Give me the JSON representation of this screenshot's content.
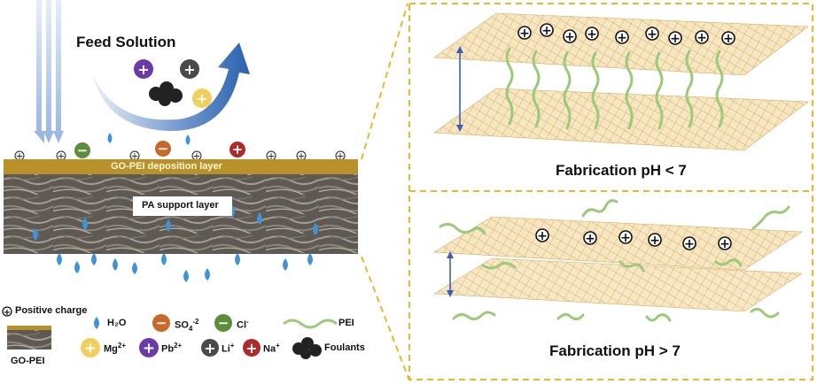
{
  "left_panel": {
    "feed_label": "Feed Solution",
    "deposition_layer_label": "GO-PEI deposition layer",
    "support_layer_label": "PA support layer",
    "colors": {
      "deposition_layer": "#b8912a",
      "support_layer": "#6f6a63",
      "water": "#3f93d6",
      "feed_arrow": "#2f6db3",
      "incoming_flow": "#a9c2e6"
    }
  },
  "legend": {
    "positive_charge": "Positive charge",
    "h2o": "H₂O",
    "so4_base": "SO",
    "so4_sub": "4",
    "so4_sup": "-2",
    "cl_base": "Cl",
    "cl_sup": "-",
    "pei": "PEI",
    "mg_base": "Mg",
    "mg_sup": "2+",
    "pb_base": "Pb",
    "pb_sup": "2+",
    "li_base": "Li",
    "li_sup": "+",
    "na_base": "Na",
    "na_sup": "+",
    "foulants": "Foulants",
    "go_pei": "GO-PEI",
    "ion_colors": {
      "so4": "#c8692a",
      "cl": "#5b8f3c",
      "mg": "#f2cf5a",
      "pb": "#6a3aa8",
      "li": "#4a4a4a",
      "na": "#b02a2a",
      "foulant": "#222222",
      "pei": "#9cc97a"
    }
  },
  "right_panel": {
    "top_caption": "Fabrication pH < 7",
    "bottom_caption": "Fabrication pH > 7",
    "border_color": "#e8b82a",
    "sheet_color": "#d9b36a",
    "spacing_arrow_color": "#3a5fb0"
  }
}
